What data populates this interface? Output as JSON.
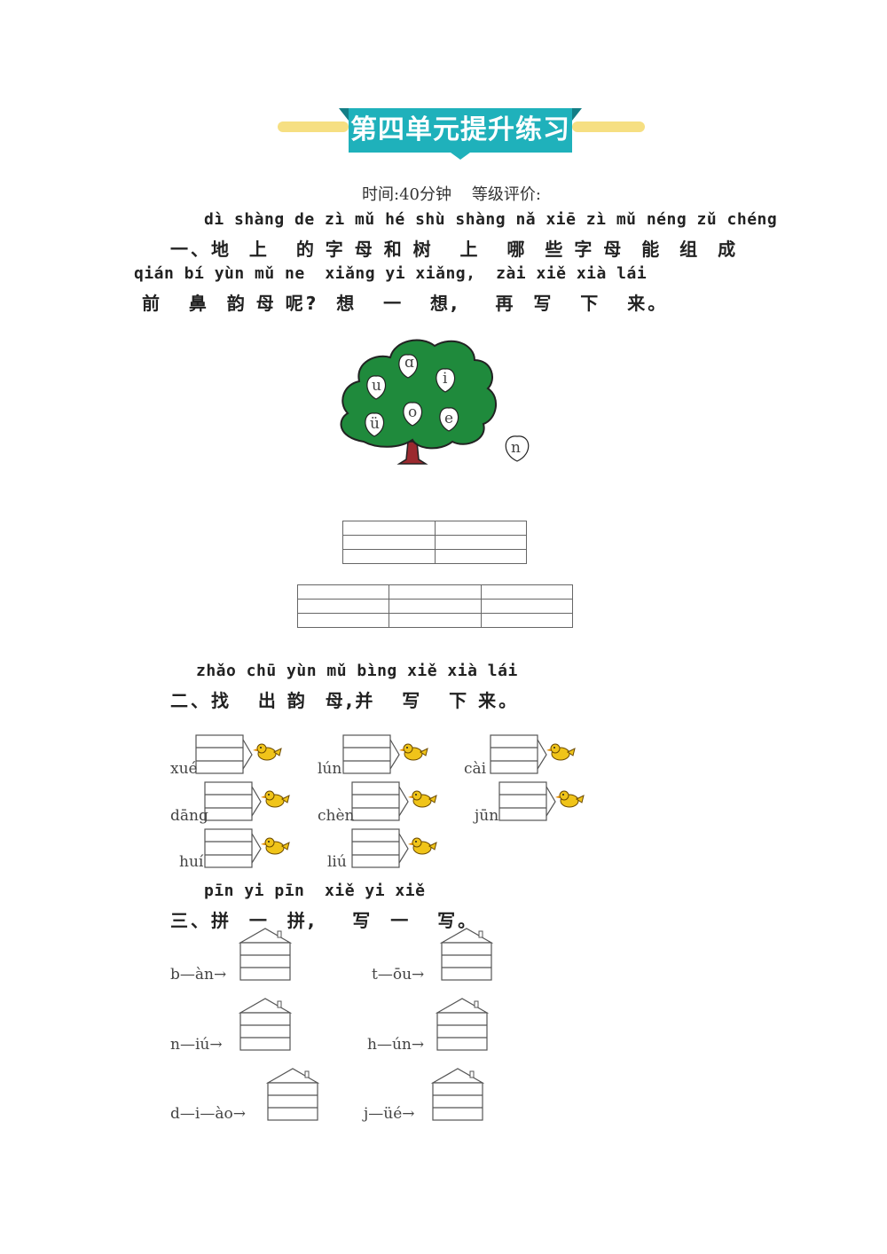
{
  "title": "第四单元提升练习",
  "meta": "时间:40分钟    等级评价:",
  "q1": {
    "pinyin1": "dì shàng de zì mǔ hé shù shàng nǎ xiē zì mǔ néng zǔ chéng",
    "hanzi1": "一、地  上   的 字 母 和 树   上   哪  些 字 母  能  组  成",
    "pinyin2": "qián bí yùn mǔ ne  xiǎng yi xiǎng,  zài xiě xià lái",
    "hanzi2": "前   鼻  韵 母 呢?  想   一   想,    再  写   下   来。",
    "tree_letters": [
      "ɑ",
      "u",
      "i",
      "o",
      "e",
      "ü"
    ],
    "ground_letter": "n"
  },
  "q2": {
    "pinyin": "zhǎo chū yùn mǔ bìng xiě xià lái",
    "hanzi": "二、找   出 韵  母,并   写   下 来。",
    "items": [
      "xué",
      "lún",
      "cài",
      "dāng",
      "chèn",
      "jūn",
      "huí",
      "liú"
    ]
  },
  "q3": {
    "pinyin": "pīn yi pīn  xiě yi xiě",
    "hanzi": "三、拼  一  拼,    写  一   写。",
    "items": [
      "b—àn→",
      "t—ōu→",
      "n—iú→",
      "h—ún→",
      "d—i—ào→",
      "j—üé→"
    ]
  },
  "colors": {
    "banner": "#1fb1bb",
    "band": "#f6df82",
    "tree": "#1f8a3c",
    "trunk": "#9b2a2f",
    "bird": "#f0c419"
  }
}
